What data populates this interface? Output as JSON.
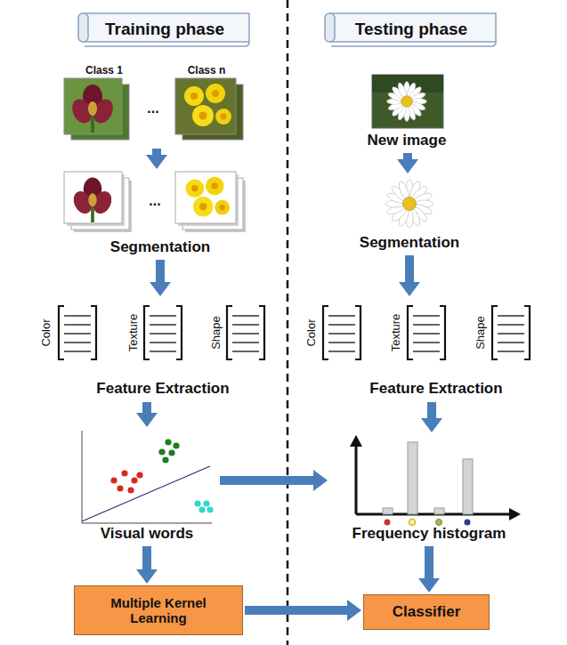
{
  "diagram": {
    "nodes": [
      {
        "text": [
          "Training phase"
        ]
      },
      {
        "text": [
          "Testing phase"
        ]
      },
      {
        "text": [
          "Class 1",
          "...",
          "Class n"
        ]
      },
      {
        "text": [
          "New image"
        ]
      },
      {
        "text": [
          "...",
          "Segmentation"
        ]
      },
      {
        "text": [
          "Segmentation"
        ]
      },
      {
        "text": [
          "Color",
          "Texture",
          "Shape",
          "Feature Extraction"
        ]
      },
      {
        "text": [
          "Color",
          "Texture",
          "Shape",
          "Feature Extraction"
        ]
      },
      {
        "text": [
          "Visual words"
        ]
      },
      {
        "text": [
          "Frequency histogram"
        ]
      },
      {
        "text": [
          "Multiple Kernel Learning"
        ]
      },
      {
        "text": [
          "Classifier"
        ]
      }
    ],
    "edges": [
      {
        "from": 2,
        "to": 4,
        "arrow": "to"
      },
      {
        "from": 4,
        "to": 6,
        "arrow": "to"
      },
      {
        "from": 6,
        "to": 8,
        "arrow": "to"
      },
      {
        "from": 8,
        "to": 10,
        "arrow": "to"
      },
      {
        "from": 3,
        "to": 5,
        "arrow": "to"
      },
      {
        "from": 5,
        "to": 7,
        "arrow": "to"
      },
      {
        "from": 7,
        "to": 9,
        "arrow": "to"
      },
      {
        "from": 9,
        "to": 11,
        "arrow": "to"
      },
      {
        "from": 8,
        "to": 9,
        "arrow": "to"
      },
      {
        "from": 10,
        "to": 11,
        "arrow": "to"
      }
    ]
  }
}
